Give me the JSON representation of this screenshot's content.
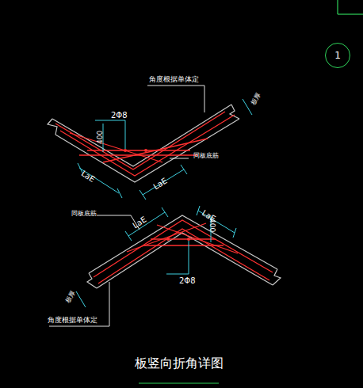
{
  "diagram": {
    "title": "板竖向折角详图",
    "nodes": [
      {
        "text": [
          "1"
        ]
      }
    ],
    "labels": [
      "角度根据单体定",
      "2Φ8",
      "400",
      "LaE",
      "LaE",
      "同板底筋",
      "板厚",
      "同板底筋",
      "LaE",
      "LaE",
      "400",
      "2Φ8",
      "板厚",
      "角度根据单体定"
    ]
  }
}
